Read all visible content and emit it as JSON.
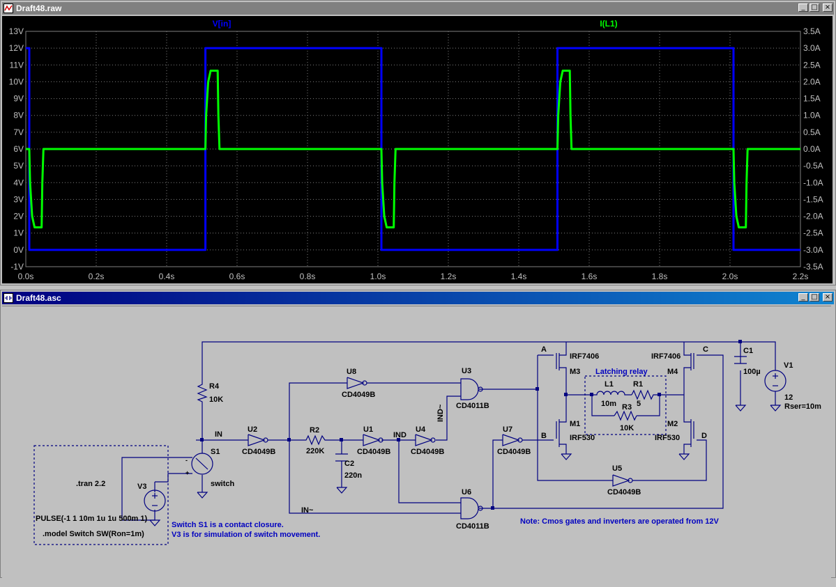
{
  "plot_window": {
    "title": "Draft48.raw",
    "buttons": {
      "minimize": "_",
      "restore": "□",
      "close": "×"
    }
  },
  "schematic_window": {
    "title": "Draft48.asc",
    "buttons": {
      "minimize": "_",
      "restore": "□",
      "close": "×"
    }
  },
  "colors": {
    "plot_bg": "#000000",
    "grid": "#808080",
    "axis_text": "#c0c0c0",
    "series_vin": "#0000ff",
    "series_il1": "#00ff00",
    "schematic_wire": "#000080",
    "schematic_text": "#000000",
    "note_text": "#0000c0"
  },
  "chart_data": {
    "type": "line",
    "x_ticks": [
      "0.0s",
      "0.2s",
      "0.4s",
      "0.6s",
      "0.8s",
      "1.0s",
      "1.2s",
      "1.4s",
      "1.6s",
      "1.8s",
      "2.0s",
      "2.2s"
    ],
    "y_left_ticks": [
      "13V",
      "12V",
      "11V",
      "10V",
      "9V",
      "8V",
      "7V",
      "6V",
      "5V",
      "4V",
      "3V",
      "2V",
      "1V",
      "0V",
      "-1V"
    ],
    "y_right_ticks": [
      "3.5A",
      "3.0A",
      "2.5A",
      "2.0A",
      "1.5A",
      "1.0A",
      "0.5A",
      "0.0A",
      "-0.5A",
      "-1.0A",
      "-1.5A",
      "-2.0A",
      "-2.5A",
      "-3.0A",
      "-3.5A"
    ],
    "xlim": [
      0,
      2.2
    ],
    "ylim_left": [
      -1,
      13
    ],
    "ylim_right": [
      -3.5,
      3.5
    ],
    "grid": true,
    "series": [
      {
        "name": "V[in]",
        "axis": "left",
        "x": [
          0,
          0.01,
          0.01,
          0.51,
          0.51,
          1.01,
          1.01,
          1.51,
          1.51,
          2.01,
          2.01,
          2.2
        ],
        "y": [
          12,
          12,
          0,
          0,
          12,
          12,
          0,
          0,
          12,
          12,
          0,
          0
        ]
      },
      {
        "name": "I(L1)",
        "axis": "right",
        "x": [
          0,
          0.01,
          0.012,
          0.018,
          0.025,
          0.045,
          0.047,
          0.05,
          0.51,
          0.512,
          0.518,
          0.525,
          0.545,
          0.547,
          0.55,
          1.01,
          1.012,
          1.018,
          1.025,
          1.045,
          1.047,
          1.05,
          1.51,
          1.512,
          1.518,
          1.525,
          1.545,
          1.547,
          1.55,
          2.01,
          2.012,
          2.018,
          2.025,
          2.045,
          2.047,
          2.05,
          2.2
        ],
        "y": [
          0,
          0,
          -1.0,
          -2.0,
          -2.33,
          -2.33,
          -1.0,
          0,
          0,
          1.0,
          2.0,
          2.33,
          2.33,
          1.0,
          0,
          0,
          -1.0,
          -2.0,
          -2.33,
          -2.33,
          -1.0,
          0,
          0,
          1.0,
          2.0,
          2.33,
          2.33,
          1.0,
          0,
          0,
          -1.0,
          -2.0,
          -2.33,
          -2.33,
          -1.0,
          0,
          0
        ]
      }
    ]
  },
  "schematic": {
    "components": {
      "R4": {
        "ref": "R4",
        "value": "10K"
      },
      "S1": {
        "ref": "S1",
        "value": "switch"
      },
      "V3": {
        "ref": "V3"
      },
      "U2": {
        "ref": "U2",
        "value": "CD4049B"
      },
      "U8": {
        "ref": "U8",
        "value": "CD4049B"
      },
      "R2": {
        "ref": "R2",
        "value": "220K"
      },
      "C2": {
        "ref": "C2",
        "value": "220n"
      },
      "U1": {
        "ref": "U1",
        "value": "CD4049B"
      },
      "U4": {
        "ref": "U4",
        "value": "CD4049B"
      },
      "U3": {
        "ref": "U3",
        "value": "CD4011B"
      },
      "U6": {
        "ref": "U6",
        "value": "CD4011B"
      },
      "U7": {
        "ref": "U7",
        "value": "CD4049B"
      },
      "U5": {
        "ref": "U5",
        "value": "CD4049B"
      },
      "M3": {
        "ref": "M3",
        "value": "IRF7406"
      },
      "M4": {
        "ref": "M4",
        "value": "IRF7406"
      },
      "M1": {
        "ref": "M1",
        "value": "IRF530"
      },
      "M2": {
        "ref": "M2",
        "value": "IRF530"
      },
      "L1": {
        "ref": "L1",
        "value": "10m"
      },
      "R1": {
        "ref": "R1",
        "value": "5"
      },
      "R3": {
        "ref": "R3",
        "value": "10K"
      },
      "C1": {
        "ref": "C1",
        "value": "100µ"
      },
      "V1": {
        "ref": "V1",
        "value": "12",
        "extra": "Rser=10m"
      }
    },
    "nets": {
      "in": "IN",
      "ind": "IND",
      "ind_bar": "IND~",
      "in_bar": "IN~",
      "a": "A",
      "b": "B",
      "c": "C",
      "d": "D"
    },
    "relay_label": "Latching relay",
    "directives": {
      "tran": ".tran 2.2",
      "pulse": "PULSE(-1 1 10m 1u 1u 500m 1)",
      "model": ".model Switch SW(Ron=1m)"
    },
    "notes": {
      "switch_line1": "Switch S1 is a contact closure.",
      "switch_line2": "V3 is for simulation of switch movement.",
      "cmos": "Note: Cmos gates and inverters are operated from 12V"
    },
    "pin_signs": {
      "plus": "+",
      "minus": "-"
    }
  }
}
